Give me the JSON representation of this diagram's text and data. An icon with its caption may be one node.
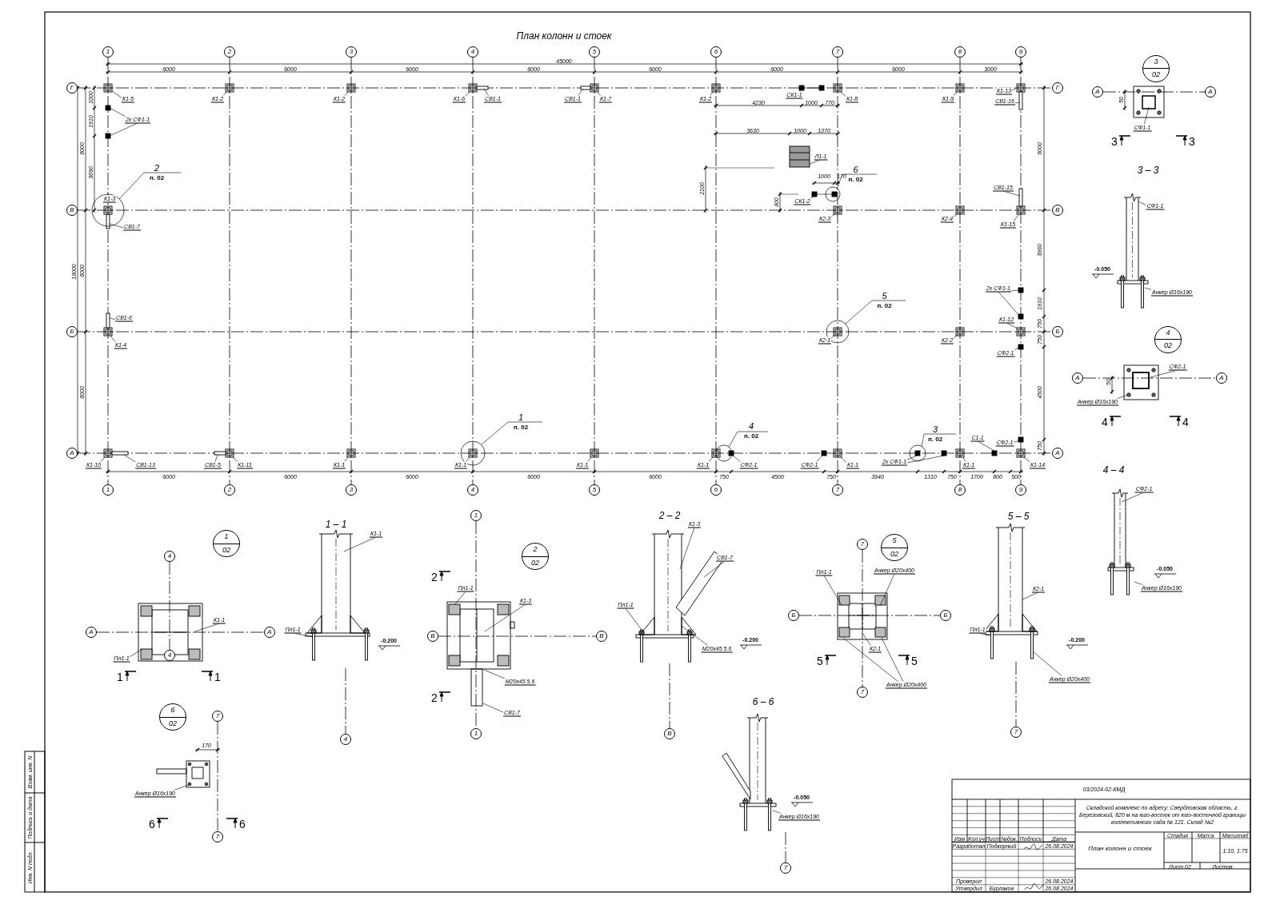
{
  "diagram": {
    "title": "План колонн и стоек",
    "nodes": [
      {
        "text": [
          "К1-5"
        ]
      },
      {
        "text": [
          "К1-2"
        ]
      },
      {
        "text": [
          "К1-2"
        ]
      },
      {
        "text": [
          "К1-6"
        ]
      },
      {
        "text": [
          "СВ1-1"
        ]
      },
      {
        "text": [
          "СВ1-1"
        ]
      },
      {
        "text": [
          "К1-7"
        ]
      },
      {
        "text": [
          "К1-2"
        ]
      },
      {
        "text": [
          "СК1-1"
        ]
      },
      {
        "text": [
          "К1-8"
        ]
      },
      {
        "text": [
          "К1-9"
        ]
      },
      {
        "text": [
          "К1-13"
        ]
      },
      {
        "text": [
          "СВ1-16"
        ]
      },
      {
        "text": [
          "2х СФ1-1"
        ]
      },
      {
        "text": [
          "2",
          "п. 02"
        ]
      },
      {
        "text": [
          "СВ1-7"
        ]
      },
      {
        "text": [
          "Л1-1"
        ]
      },
      {
        "text": [
          "СК1-2"
        ]
      },
      {
        "text": [
          "6",
          "п. 02"
        ]
      },
      {
        "text": [
          "К2-3"
        ]
      },
      {
        "text": [
          "К2-4"
        ]
      },
      {
        "text": [
          "СВ1-15"
        ]
      },
      {
        "text": [
          "К1-15"
        ]
      },
      {
        "text": [
          "СВ1-6"
        ]
      },
      {
        "text": [
          "К1-4"
        ]
      },
      {
        "text": [
          "2х СФ1-1"
        ]
      },
      {
        "text": [
          "К1-12"
        ]
      },
      {
        "text": [
          "5",
          "п. 02"
        ]
      },
      {
        "text": [
          "К2-1"
        ]
      },
      {
        "text": [
          "К2-2"
        ]
      },
      {
        "text": [
          "СФ2-1"
        ]
      },
      {
        "text": [
          "1",
          "п. 02"
        ]
      },
      {
        "text": [
          "4",
          "п. 02"
        ]
      },
      {
        "text": [
          "3",
          "п. 02"
        ]
      },
      {
        "text": [
          "К1-10"
        ]
      },
      {
        "text": [
          "СВ1-13"
        ]
      },
      {
        "text": [
          "СВ1-5"
        ]
      },
      {
        "text": [
          "К1-11"
        ]
      },
      {
        "text": [
          "К1-1"
        ]
      },
      {
        "text": [
          "К1-1"
        ]
      },
      {
        "text": [
          "К1-1"
        ]
      },
      {
        "text": [
          "К1-1"
        ]
      },
      {
        "text": [
          "СФ2-1"
        ]
      },
      {
        "text": [
          "СФ2-1"
        ]
      },
      {
        "text": [
          "К1-1"
        ]
      },
      {
        "text": [
          "2х СФ1-1"
        ]
      },
      {
        "text": [
          "К1-1"
        ]
      },
      {
        "text": [
          "С1-1"
        ]
      },
      {
        "text": [
          "СФ2-1"
        ]
      },
      {
        "text": [
          "К1-14"
        ]
      },
      {
        "text": [
          "СФ1-1"
        ]
      },
      {
        "text": [
          "СФ1-1"
        ]
      },
      {
        "text": [
          "Анкер Ø16х190"
        ]
      },
      {
        "text": [
          "СФ2-1"
        ]
      },
      {
        "text": [
          "Анкер Ø16х190"
        ]
      },
      {
        "text": [
          "СФ2-1"
        ]
      },
      {
        "text": [
          "Анкер Ø16х190"
        ]
      },
      {
        "text": [
          "К1-1"
        ]
      },
      {
        "text": [
          "Пл1-1"
        ]
      },
      {
        "text": [
          "К1-1"
        ]
      },
      {
        "text": [
          "Пл1-1"
        ]
      },
      {
        "text": [
          "Пл1-1"
        ]
      },
      {
        "text": [
          "К1-3"
        ]
      },
      {
        "text": [
          "М20х45 5.6"
        ]
      },
      {
        "text": [
          "СВ1-7"
        ]
      },
      {
        "text": [
          "К1-3"
        ]
      },
      {
        "text": [
          "СВ1-7"
        ]
      },
      {
        "text": [
          "Пл1-1"
        ]
      },
      {
        "text": [
          "М20х45 5.6"
        ]
      },
      {
        "text": [
          "Пл1-1"
        ]
      },
      {
        "text": [
          "Анкер Ø20х400"
        ]
      },
      {
        "text": [
          "К2-1"
        ]
      },
      {
        "text": [
          "Анкер Ø20х400"
        ]
      },
      {
        "text": [
          "К2-1"
        ]
      },
      {
        "text": [
          "Пл1-1"
        ]
      },
      {
        "text": [
          "Анкер Ø20х400"
        ]
      },
      {
        "text": [
          "Анкер Ø16х190"
        ]
      },
      {
        "text": [
          "Анкер Ø16х190"
        ]
      },
      {
        "text": [],
        "shape": "box"
      },
      {
        "text": [],
        "shape": "box"
      },
      {
        "text": [],
        "shape": "box"
      },
      {
        "text": [],
        "shape": "box"
      },
      {
        "text": [],
        "shape": "box"
      },
      {
        "text": [],
        "shape": "box"
      },
      {
        "text": [],
        "shape": "box"
      },
      {
        "text": [],
        "shape": "box"
      },
      {
        "text": [],
        "shape": "box"
      },
      {
        "text": [],
        "shape": "box"
      },
      {
        "text": [],
        "shape": "box"
      },
      {
        "text": [],
        "shape": "box"
      },
      {
        "text": [],
        "shape": "box",
        "in": 130
      },
      {
        "text": [],
        "shape": "box"
      },
      {
        "text": [],
        "shape": "box"
      },
      {
        "text": [],
        "shape": "box"
      },
      {
        "text": [],
        "shape": "box"
      },
      {
        "text": [],
        "shape": "box"
      },
      {
        "text": [],
        "shape": "box",
        "in": 127
      },
      {
        "text": [],
        "shape": "box"
      },
      {
        "text": [],
        "shape": "box"
      },
      {
        "text": [],
        "shape": "box"
      },
      {
        "text": [],
        "shape": "box"
      },
      {
        "text": [],
        "shape": "box"
      },
      {
        "text": [],
        "shape": "box",
        "in": 129
      },
      {
        "text": [],
        "shape": "box"
      },
      {
        "text": [],
        "shape": "box"
      },
      {
        "text": [],
        "shape": "box"
      },
      {
        "text": [],
        "shape": "box"
      },
      {
        "text": [],
        "shape": "box"
      },
      {
        "text": [],
        "shape": "box"
      },
      {
        "text": [],
        "shape": "box"
      },
      {
        "text": [],
        "shape": "box",
        "in": 131
      },
      {
        "text": [],
        "shape": "box"
      },
      {
        "text": [],
        "shape": "box",
        "in": 132
      },
      {
        "text": [],
        "shape": "box"
      },
      {
        "text": [],
        "shape": "box"
      },
      {
        "text": [],
        "shape": "box"
      },
      {
        "text": [],
        "shape": "box"
      },
      {
        "text": [],
        "shape": "box",
        "in": 128
      },
      {
        "text": [],
        "shape": "bar"
      },
      {
        "text": [],
        "shape": "bar"
      },
      {
        "text": [],
        "shape": "bar"
      },
      {
        "text": [],
        "shape": "bar"
      },
      {
        "text": [],
        "shape": "bar"
      },
      {
        "text": [],
        "shape": "bar"
      },
      {
        "text": [],
        "shape": "bar"
      },
      {
        "text": [],
        "shape": "bar"
      },
      {
        "text": [],
        "shape": "box"
      },
      {
        "text": [],
        "shape": "circle"
      },
      {
        "text": [],
        "shape": "circle"
      },
      {
        "text": [],
        "shape": "circle"
      },
      {
        "text": [],
        "shape": "circle"
      },
      {
        "text": [],
        "shape": "circle"
      },
      {
        "text": [],
        "shape": "circle"
      },
      {
        "text": [],
        "shape": "picture"
      },
      {
        "text": [],
        "shape": "picture",
        "beside": [
          "3 – 3"
        ]
      },
      {
        "text": [],
        "shape": "picture"
      },
      {
        "text": [],
        "shape": "picture",
        "beside": [
          "4 – 4"
        ]
      },
      {
        "text": [],
        "shape": "picture"
      },
      {
        "text": [],
        "shape": "picture",
        "beside": [
          "1 – 1"
        ]
      },
      {
        "text": [],
        "shape": "picture"
      },
      {
        "text": [],
        "shape": "picture",
        "beside": [
          "2 – 2"
        ]
      },
      {
        "text": [],
        "shape": "picture"
      },
      {
        "text": [],
        "shape": "picture",
        "beside": [
          "5 – 5"
        ]
      },
      {
        "text": [],
        "shape": "picture"
      },
      {
        "text": [],
        "shape": "picture",
        "beside": [
          "6 – 6"
        ]
      },
      {
        "text": [
          "3",
          "02"
        ]
      },
      {
        "text": [
          "4",
          "02"
        ]
      },
      {
        "text": [
          "1",
          "02"
        ]
      },
      {
        "text": [
          "2",
          "02"
        ]
      },
      {
        "text": [
          "5",
          "02"
        ]
      },
      {
        "text": [
          "6",
          "02"
        ]
      },
      {
        "text": [],
        "shape": "box"
      }
    ],
    "edges": [
      {
        "from": 0,
        "to": 78,
        "arrow": "none"
      },
      {
        "from": 1,
        "to": 79,
        "arrow": "none"
      },
      {
        "from": 2,
        "to": 80,
        "arrow": "none"
      },
      {
        "from": 3,
        "to": 81,
        "arrow": "none"
      },
      {
        "from": 4,
        "to": 118,
        "arrow": "none"
      },
      {
        "from": 5,
        "to": 119,
        "arrow": "none"
      },
      {
        "from": 6,
        "to": 82,
        "arrow": "none"
      },
      {
        "from": 7,
        "to": 83,
        "arrow": "none"
      },
      {
        "from": 8,
        "to": 114,
        "arrow": "none"
      },
      {
        "from": 9,
        "to": 84,
        "arrow": "none"
      },
      {
        "from": 10,
        "to": 85,
        "arrow": "none"
      },
      {
        "from": 11,
        "to": 86,
        "arrow": "none"
      },
      {
        "from": 12,
        "to": 124,
        "arrow": "none"
      },
      {
        "from": 13,
        "to": 104,
        "arrow": "none"
      },
      {
        "from": 13,
        "to": 105,
        "arrow": "none"
      },
      {
        "from": 14,
        "to": 127,
        "arrow": "none"
      },
      {
        "from": 15,
        "to": 122,
        "arrow": "none"
      },
      {
        "from": 16,
        "to": 126,
        "arrow": "none"
      },
      {
        "from": 17,
        "to": 116,
        "arrow": "none"
      },
      {
        "from": 18,
        "to": 128,
        "arrow": "none"
      },
      {
        "from": 19,
        "to": 100,
        "arrow": "none"
      },
      {
        "from": 20,
        "to": 101,
        "arrow": "none"
      },
      {
        "from": 21,
        "to": 125,
        "arrow": "none"
      },
      {
        "from": 22,
        "to": 98,
        "arrow": "none"
      },
      {
        "from": 23,
        "to": 123,
        "arrow": "none"
      },
      {
        "from": 24,
        "to": 97,
        "arrow": "none"
      },
      {
        "from": 25,
        "to": 106,
        "arrow": "none"
      },
      {
        "from": 25,
        "to": 107,
        "arrow": "none"
      },
      {
        "from": 26,
        "to": 99,
        "arrow": "none"
      },
      {
        "from": 27,
        "to": 129,
        "arrow": "none"
      },
      {
        "from": 28,
        "to": 102,
        "arrow": "none"
      },
      {
        "from": 29,
        "to": 103,
        "arrow": "none"
      },
      {
        "from": 30,
        "to": 108,
        "arrow": "none"
      },
      {
        "from": 31,
        "to": 130,
        "arrow": "none"
      },
      {
        "from": 32,
        "to": 131,
        "arrow": "none"
      },
      {
        "from": 33,
        "to": 132,
        "arrow": "none"
      },
      {
        "from": 34,
        "to": 87,
        "arrow": "none"
      },
      {
        "from": 35,
        "to": 120,
        "arrow": "none"
      },
      {
        "from": 36,
        "to": 121,
        "arrow": "none"
      },
      {
        "from": 37,
        "to": 88,
        "arrow": "none"
      },
      {
        "from": 38,
        "to": 89,
        "arrow": "none"
      },
      {
        "from": 39,
        "to": 90,
        "arrow": "none"
      },
      {
        "from": 40,
        "to": 91,
        "arrow": "none"
      },
      {
        "from": 41,
        "to": 92,
        "arrow": "none"
      },
      {
        "from": 42,
        "to": 110,
        "arrow": "none"
      },
      {
        "from": 43,
        "to": 111,
        "arrow": "none"
      },
      {
        "from": 44,
        "to": 93,
        "arrow": "none"
      },
      {
        "from": 45,
        "to": 112,
        "arrow": "none"
      },
      {
        "from": 45,
        "to": 113,
        "arrow": "none"
      },
      {
        "from": 46,
        "to": 94,
        "arrow": "none"
      },
      {
        "from": 47,
        "to": 151,
        "arrow": "none"
      },
      {
        "from": 48,
        "to": 109,
        "arrow": "none"
      },
      {
        "from": 49,
        "to": 95,
        "arrow": "none"
      },
      {
        "from": 50,
        "to": 133,
        "arrow": "none"
      },
      {
        "from": 51,
        "to": 134,
        "arrow": "none"
      },
      {
        "from": 52,
        "to": 134,
        "arrow": "none"
      },
      {
        "from": 53,
        "to": 135,
        "arrow": "none"
      },
      {
        "from": 54,
        "to": 135,
        "arrow": "none"
      },
      {
        "from": 55,
        "to": 136,
        "arrow": "none"
      },
      {
        "from": 56,
        "to": 136,
        "arrow": "none"
      },
      {
        "from": 57,
        "to": 137,
        "arrow": "none"
      },
      {
        "from": 58,
        "to": 137,
        "arrow": "none"
      },
      {
        "from": 59,
        "to": 138,
        "arrow": "none"
      },
      {
        "from": 60,
        "to": 138,
        "arrow": "none"
      },
      {
        "from": 61,
        "to": 139,
        "arrow": "none"
      },
      {
        "from": 62,
        "to": 139,
        "arrow": "none"
      },
      {
        "from": 63,
        "to": 139,
        "arrow": "none"
      },
      {
        "from": 64,
        "to": 139,
        "arrow": "none"
      },
      {
        "from": 65,
        "to": 140,
        "arrow": "none"
      },
      {
        "from": 66,
        "to": 140,
        "arrow": "none"
      },
      {
        "from": 67,
        "to": 140,
        "arrow": "none"
      },
      {
        "from": 68,
        "to": 140,
        "arrow": "none"
      },
      {
        "from": 69,
        "to": 141,
        "arrow": "none"
      },
      {
        "from": 70,
        "to": 141,
        "arrow": "none"
      },
      {
        "from": 71,
        "to": 141,
        "arrow": "none"
      },
      {
        "from": 72,
        "to": 141,
        "arrow": "none"
      },
      {
        "from": 72,
        "to": 141,
        "arrow": "none"
      },
      {
        "from": 73,
        "to": 142,
        "arrow": "none"
      },
      {
        "from": 74,
        "to": 142,
        "arrow": "none"
      },
      {
        "from": 75,
        "to": 142,
        "arrow": "none"
      },
      {
        "from": 76,
        "to": 143,
        "arrow": "none"
      },
      {
        "from": 77,
        "to": 144,
        "arrow": "none"
      },
      {
        "from": 114,
        "to": 115,
        "arrow": "none"
      },
      {
        "from": 116,
        "to": 117,
        "arrow": "none"
      }
    ],
    "labels": [
      "1",
      "2",
      "3",
      "4",
      "5",
      "6",
      "7",
      "8",
      "9",
      "45000",
      "6000",
      "6000",
      "6000",
      "6000",
      "6000",
      "6000",
      "6000",
      "3000",
      "Г",
      "В",
      "Б",
      "А",
      "Г",
      "В",
      "Б",
      "А",
      "1000",
      "1910",
      "3690",
      "6000",
      "18000",
      "6000",
      "6000",
      "6000",
      "3960",
      "1910",
      "750",
      "750",
      "4500",
      "750",
      "4230",
      "1000",
      "770",
      "3630",
      "1000",
      "1370",
      "2100",
      "1000",
      "170",
      "800",
      "6000",
      "6000",
      "6000",
      "6000",
      "6000",
      "750",
      "4500",
      "750",
      "3940",
      "1310",
      "750",
      "1700",
      "800",
      "500",
      "1",
      "2",
      "3",
      "4",
      "5",
      "6",
      "7",
      "8",
      "9",
      "К1-3",
      "А",
      "А",
      "50",
      "3",
      "3",
      "-0.050",
      "А",
      "А",
      "50",
      "4",
      "4",
      "-0.050",
      "4",
      "А",
      "А",
      "4",
      "1",
      "1",
      "-0.200",
      "4",
      "1",
      "2",
      "В",
      "В",
      "2",
      "1",
      "-0.200",
      "В",
      "7",
      "Б",
      "Б",
      "5",
      "5",
      "7",
      "-0.200",
      "7",
      "7",
      "170",
      "6",
      "6",
      "7",
      "-0.050",
      "7",
      "03/2024-02-КМД",
      "Складской комплекс по адресу: Свердловская область, г. Березовский, 820 м на юго-восток от юго-восточной границы коллективного сада № 121. Склад №2",
      "Изм",
      "Кол.уч",
      "Лист",
      "№док.",
      "Подпись",
      "Дата",
      "Разработал",
      "Подкорный",
      "26.08.2024",
      "Проверил",
      "26.08.2024",
      "Утвердил",
      "Бурлаков",
      "26.08.2024",
      "План колонн и стоек",
      "Стадия",
      "Масса",
      "Масштаб",
      "1:10, 1:75",
      "Лист 02",
      "Листов",
      "Взам. инв. N",
      "Подпись и дата",
      "Инв. N подл."
    ]
  }
}
